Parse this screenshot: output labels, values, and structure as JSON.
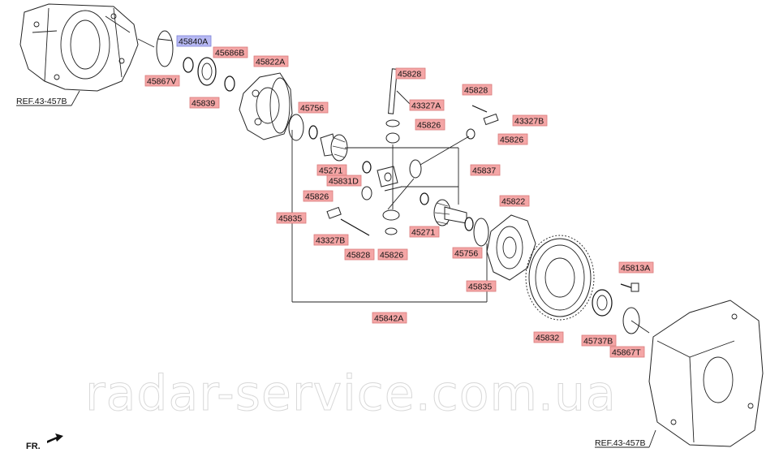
{
  "diagram": {
    "watermark": "radar-service.com.ua",
    "orientation_label": "FR.",
    "references": [
      {
        "id": "ref-left",
        "text": "REF.43-457B"
      },
      {
        "id": "ref-right",
        "text": "REF.43-457B"
      }
    ],
    "selected_color": "#b7b9f4",
    "label_color": "#f4a6a6",
    "labels": [
      {
        "id": "45840A",
        "text": "45840A",
        "selected": true
      },
      {
        "id": "45867V",
        "text": "45867V"
      },
      {
        "id": "45686B",
        "text": "45686B"
      },
      {
        "id": "45822A",
        "text": "45822A"
      },
      {
        "id": "45839",
        "text": "45839"
      },
      {
        "id": "45756-top",
        "text": "45756"
      },
      {
        "id": "45828-top",
        "text": "45828"
      },
      {
        "id": "43327A",
        "text": "43327A"
      },
      {
        "id": "45826-a",
        "text": "45826"
      },
      {
        "id": "45828-right",
        "text": "45828"
      },
      {
        "id": "43327B-right",
        "text": "43327B"
      },
      {
        "id": "45826-b",
        "text": "45826"
      },
      {
        "id": "45271-top",
        "text": "45271"
      },
      {
        "id": "45837",
        "text": "45837"
      },
      {
        "id": "45831D",
        "text": "45831D"
      },
      {
        "id": "45826-c",
        "text": "45826"
      },
      {
        "id": "45835-left",
        "text": "45835"
      },
      {
        "id": "45822",
        "text": "45822"
      },
      {
        "id": "43327B-left",
        "text": "43327B"
      },
      {
        "id": "45271-bottom",
        "text": "45271"
      },
      {
        "id": "45828-bottom",
        "text": "45828"
      },
      {
        "id": "45826-d",
        "text": "45826"
      },
      {
        "id": "45756-bottom",
        "text": "45756"
      },
      {
        "id": "45813A",
        "text": "45813A"
      },
      {
        "id": "45835-right",
        "text": "45835"
      },
      {
        "id": "45842A",
        "text": "45842A"
      },
      {
        "id": "45832",
        "text": "45832"
      },
      {
        "id": "45737B",
        "text": "45737B"
      },
      {
        "id": "45867T",
        "text": "45867T"
      }
    ]
  }
}
